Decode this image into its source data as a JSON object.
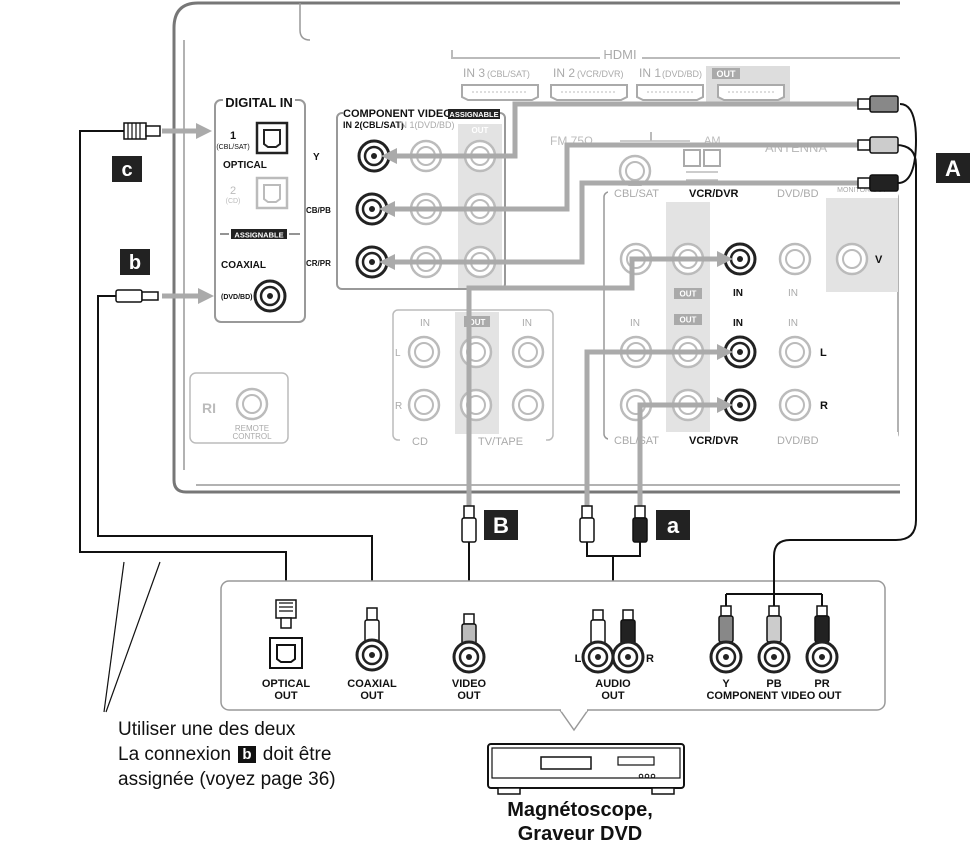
{
  "receiver": {
    "hdmi_title": "HDMI",
    "hdmi_in3": "IN 3",
    "hdmi_in3_src": "(CBL/SAT)",
    "hdmi_in2": "IN 2",
    "hdmi_in2_src": "(VCR/DVR)",
    "hdmi_in1": "IN 1",
    "hdmi_in1_src": "(DVD/BD)",
    "hdmi_out": "OUT",
    "digital_in_title": "DIGITAL IN",
    "optical_1": "1",
    "optical_1_src": "(CBL/SAT)",
    "optical_label": "OPTICAL",
    "optical_2": "2",
    "optical_2_src": "(CD)",
    "assignable": "ASSIGNABLE",
    "coaxial_label": "COAXIAL",
    "coaxial_src": "(DVD/BD)",
    "component_title": "COMPONENT VIDEO",
    "component_assignable": "ASSIGNABLE",
    "component_in2": "IN 2(CBL/SAT)",
    "component_in1": "IN 1(DVD/BD)",
    "component_out": "OUT",
    "comp_y": "Y",
    "comp_pb": "CB/PB",
    "comp_pr": "CR/PR",
    "fm": "FM 75Ω",
    "am": "AM",
    "antenna": "ANTENNA",
    "cbl_sat": "CBL/SAT",
    "vcr_dvr": "VCR/DVR",
    "dvd_bd": "DVD/BD",
    "monitor_out": "MONITOR OUT",
    "v": "V",
    "in": "IN",
    "out": "OUT",
    "l": "L",
    "r": "R",
    "cd": "CD",
    "tv_tape": "TV/TAPE",
    "ri": "RI",
    "remote_1": "REMOTE",
    "remote_2": "CONTROL"
  },
  "callouts": {
    "A": "A",
    "B": "B",
    "a": "a",
    "b": "b",
    "c": "c"
  },
  "device_panel": {
    "optical_out_1": "OPTICAL",
    "optical_out_2": "OUT",
    "coaxial_out_1": "COAXIAL",
    "coaxial_out_2": "OUT",
    "video_out_1": "VIDEO",
    "video_out_2": "OUT",
    "audio_out_1": "AUDIO",
    "audio_out_2": "OUT",
    "audio_l": "L",
    "audio_r": "R",
    "comp_y": "Y",
    "comp_pb": "PB",
    "comp_pr": "PR",
    "component_video_out": "COMPONENT VIDEO OUT"
  },
  "note": {
    "line1": "Utiliser une des deux",
    "line2_pre": "La connexion",
    "line2_badge": "b",
    "line2_post": "doit être",
    "line3": "assignée (voyez page 36)"
  },
  "device": {
    "name_line1": "Magnétoscope,",
    "name_line2": "Graveur DVD"
  }
}
